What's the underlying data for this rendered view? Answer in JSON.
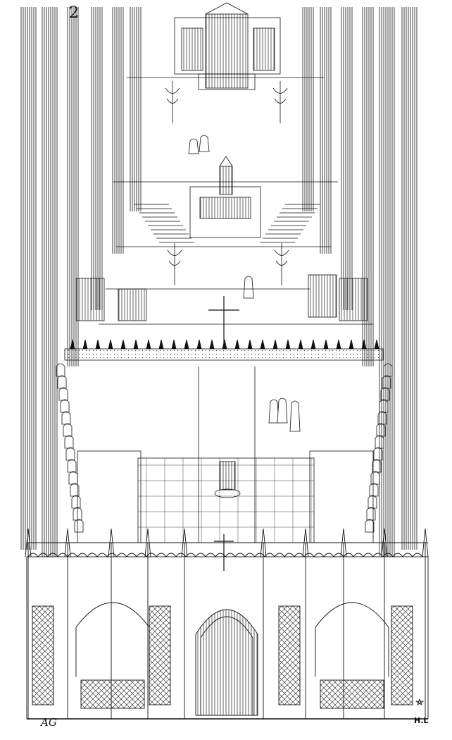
{
  "plate": {
    "page_number": "2",
    "monogram_left": "AG",
    "monogram_right": "H.L",
    "ink_color": "#111111",
    "paper_color": "#ffffff"
  },
  "icons": [
    "cross-icon",
    "candelabrum-icon",
    "star-icon"
  ]
}
